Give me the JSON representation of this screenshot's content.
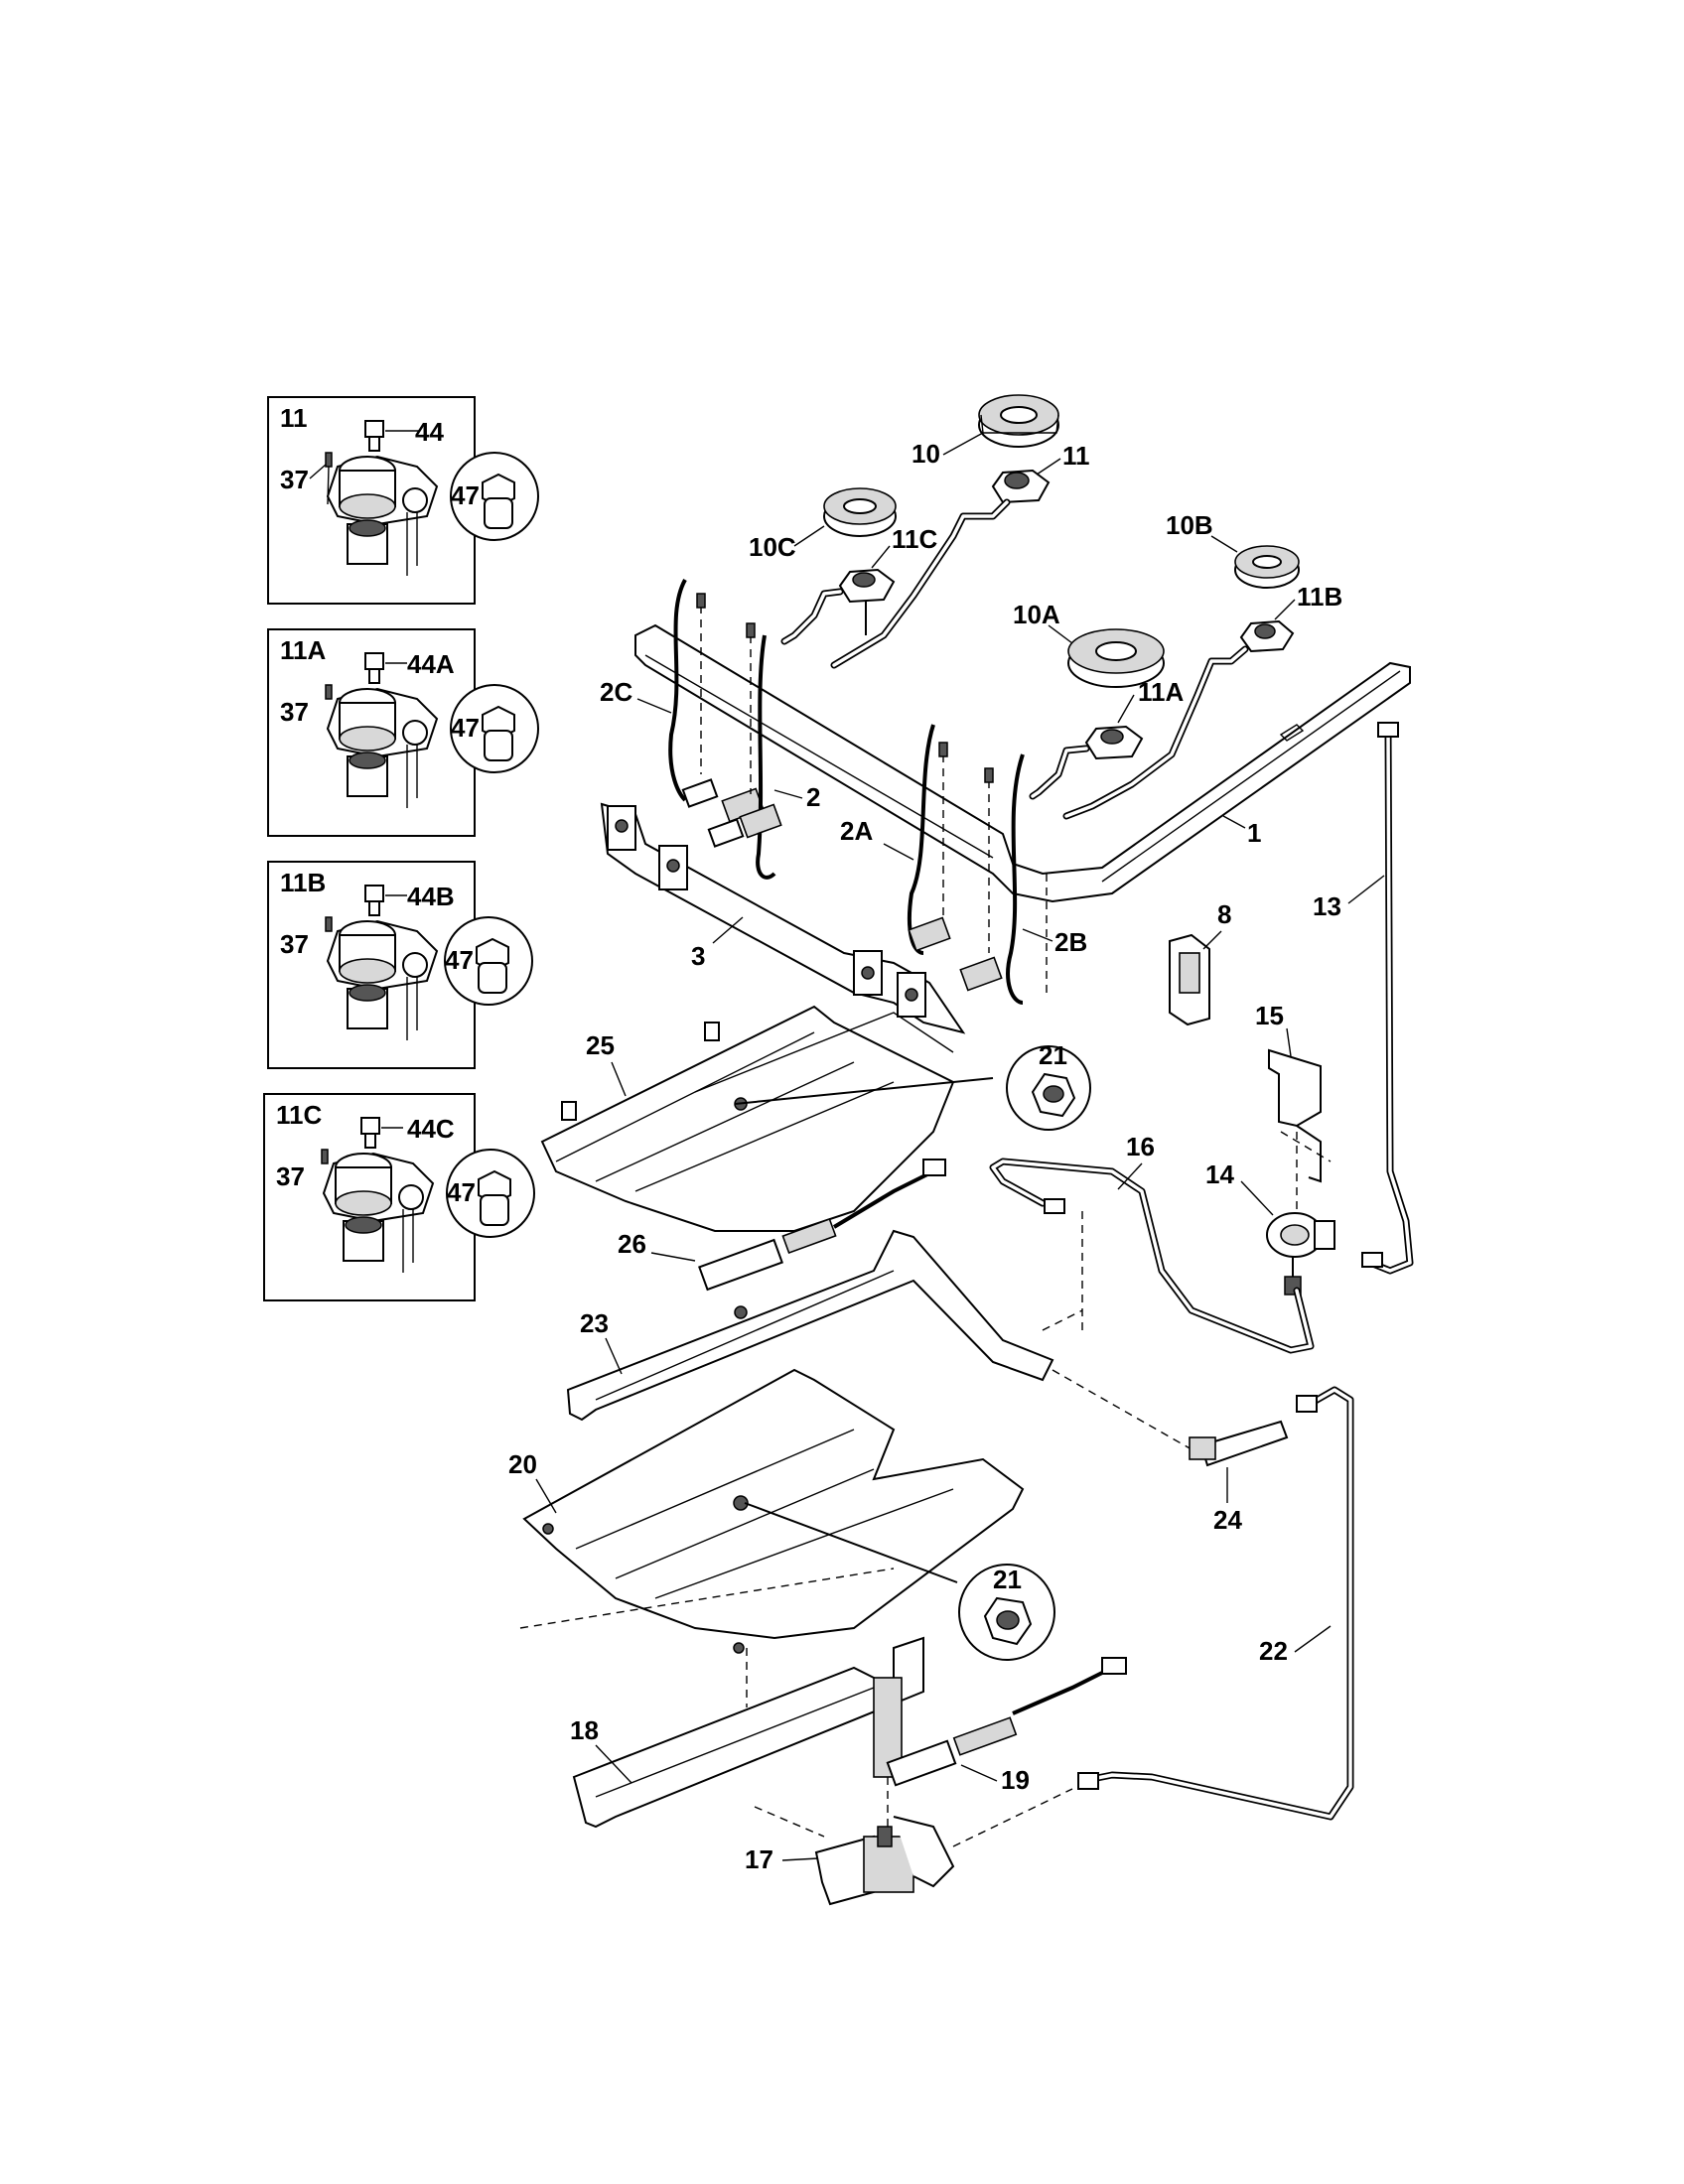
{
  "insets": [
    {
      "title": "11",
      "labels": [
        "44",
        "37",
        "47"
      ]
    },
    {
      "title": "11A",
      "labels": [
        "44A",
        "37",
        "47"
      ]
    },
    {
      "title": "11B",
      "labels": [
        "44B",
        "37",
        "47"
      ]
    },
    {
      "title": "11C",
      "labels": [
        "44C",
        "37",
        "47"
      ]
    }
  ],
  "callouts": {
    "c1": "1",
    "c2": "2",
    "c2A": "2A",
    "c2B": "2B",
    "c2C": "2C",
    "c3": "3",
    "c8": "8",
    "c10": "10",
    "c10A": "10A",
    "c10B": "10B",
    "c10C": "10C",
    "c11": "11",
    "c11A": "11A",
    "c11B": "11B",
    "c11C": "11C",
    "c13": "13",
    "c14": "14",
    "c15": "15",
    "c16": "16",
    "c17": "17",
    "c18": "18",
    "c19": "19",
    "c20": "20",
    "c21a": "21",
    "c21b": "21",
    "c22": "22",
    "c23": "23",
    "c24": "24",
    "c25": "25",
    "c26": "26"
  }
}
